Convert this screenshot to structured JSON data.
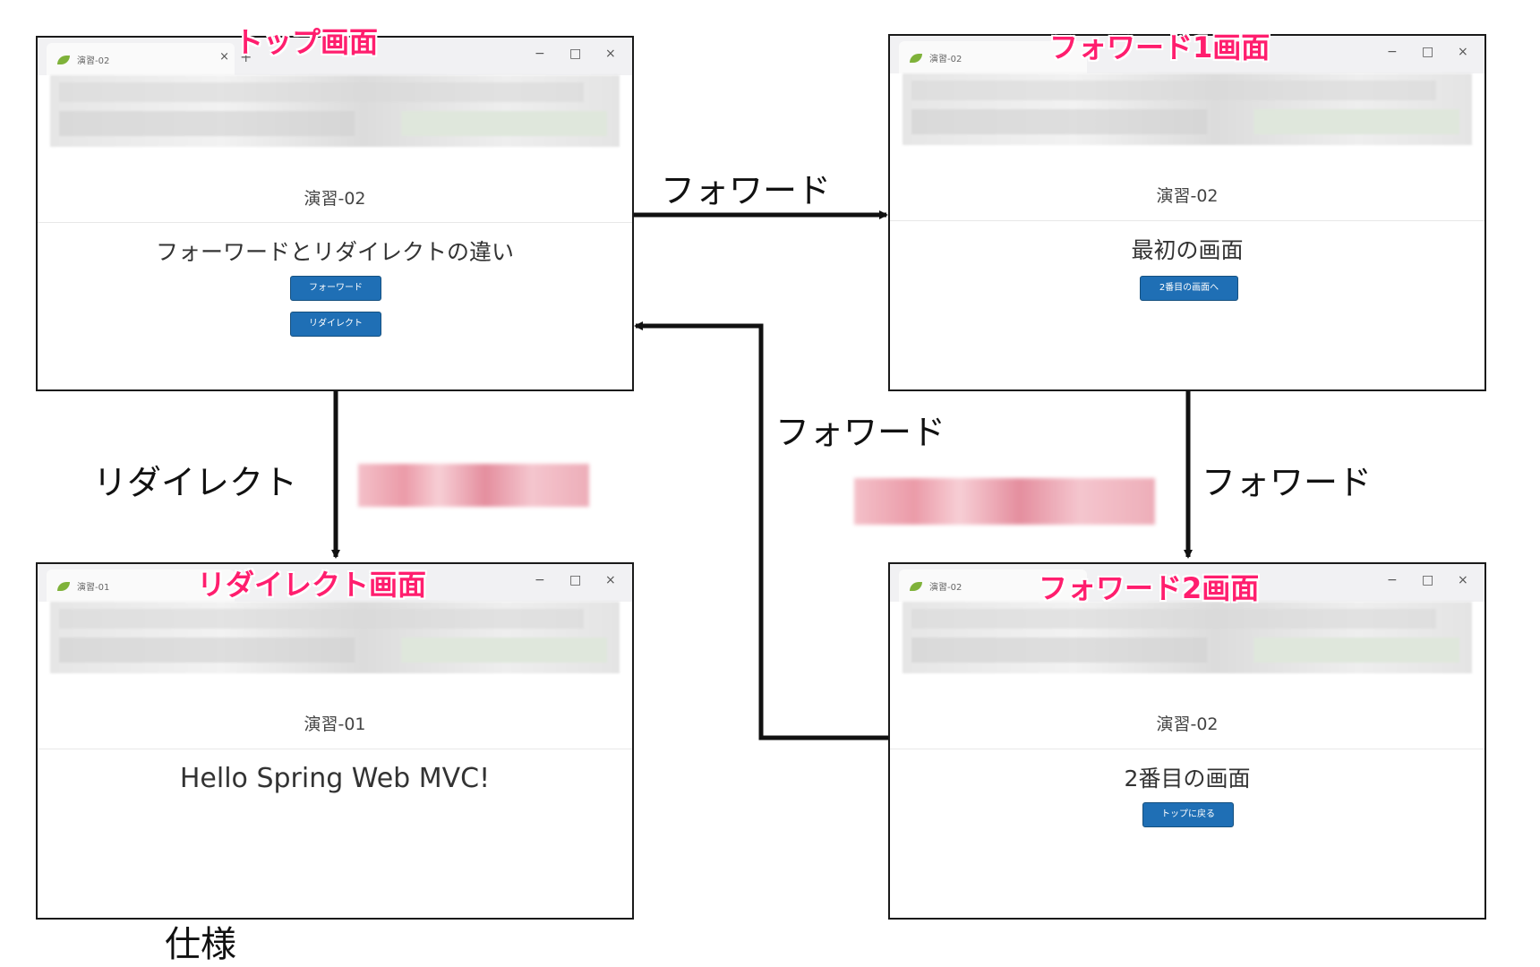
{
  "windows": {
    "top": {
      "tab": "演習-02",
      "heading": "演習-02",
      "main": "フォーワードとリダイレクトの違い",
      "buttons": [
        "フォーワード",
        "リダイレクト"
      ],
      "label": "トップ画面"
    },
    "fw1": {
      "tab": "演習-02",
      "heading": "演習-02",
      "main": "最初の画面",
      "buttons": [
        "2番目の画面へ"
      ],
      "label": "フォワード1画面"
    },
    "redirect": {
      "tab": "演習-01",
      "heading": "演習-01",
      "main": "Hello Spring Web MVC!",
      "label": "リダイレクト画面"
    },
    "fw2": {
      "tab": "演習-02",
      "heading": "演習-02",
      "main": "2番目の画面",
      "buttons": [
        "トップに戻る"
      ],
      "label": "フォワード2画面"
    }
  },
  "window_controls": {
    "minimize": "−",
    "maximize": "□",
    "close": "×",
    "new_tab": "+"
  },
  "arrows": {
    "top_to_fw1": "フォワード",
    "fw2_to_top": "フォワード",
    "top_to_redirect": "リダイレクト",
    "fw1_to_fw2": "フォワード"
  },
  "colors": {
    "title_pink": "#ff1e6e",
    "button_blue": "#1f6fb5",
    "arrow": "#111111"
  },
  "footer_partial": "仕様"
}
